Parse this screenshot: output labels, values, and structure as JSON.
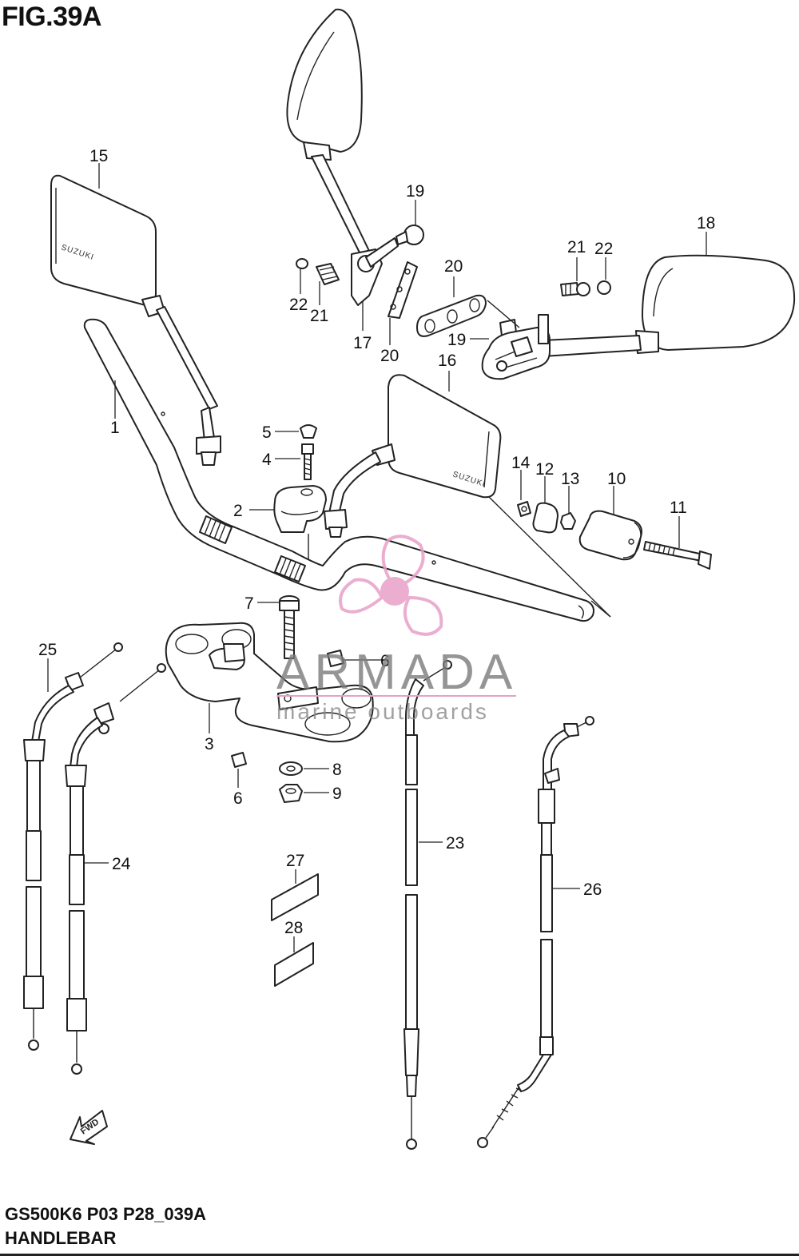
{
  "figure": {
    "title": "FIG.39A",
    "code": "GS500K6 P03 P28_039A",
    "name": "HANDLEBAR"
  },
  "part_labels": [
    "1",
    "2",
    "3",
    "4",
    "5",
    "6",
    "6",
    "7",
    "8",
    "9",
    "10",
    "11",
    "12",
    "13",
    "14",
    "15",
    "16",
    "17",
    "18",
    "19",
    "19",
    "20",
    "20",
    "21",
    "21",
    "22",
    "22",
    "23",
    "24",
    "25",
    "26",
    "27",
    "28"
  ],
  "mirror_brand": "SUZUKI",
  "direction_badge": "FWD",
  "watermark": {
    "brand": "ARMADA",
    "tagline": "marine outboards",
    "color": "#e8a0c8"
  }
}
